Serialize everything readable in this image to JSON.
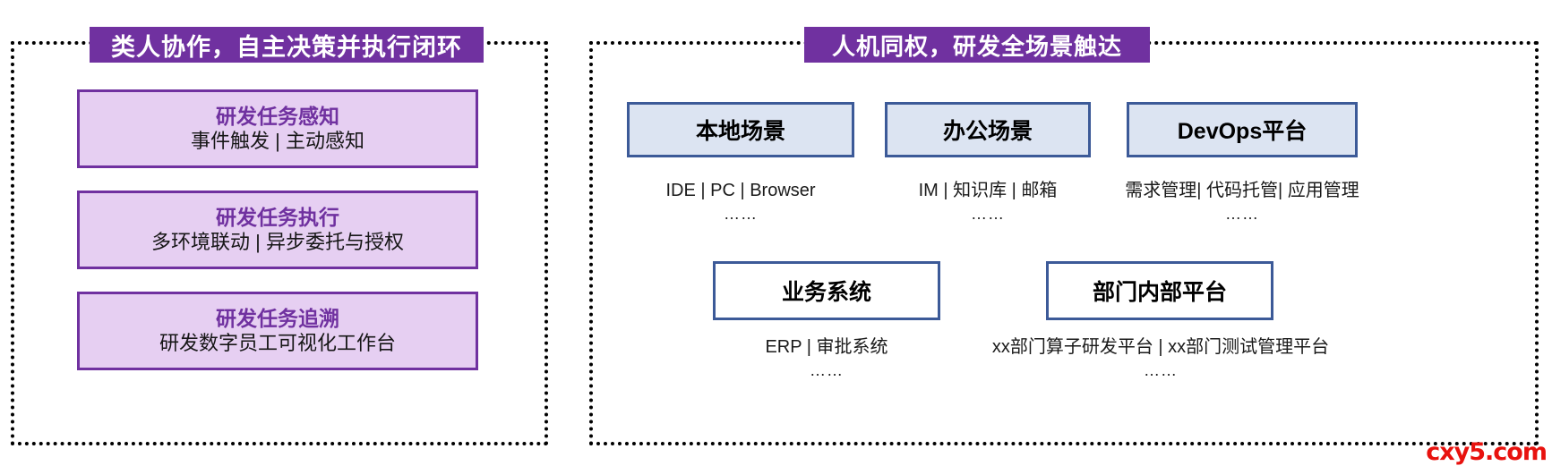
{
  "left_panel": {
    "title": "类人协作，自主决策并执行闭环",
    "cards": [
      {
        "title": "研发任务感知",
        "subtitle": "事件触发 | 主动感知"
      },
      {
        "title": "研发任务执行",
        "subtitle": "多环境联动 | 异步委托与授权"
      },
      {
        "title": "研发任务追溯",
        "subtitle": "研发数字员工可视化工作台"
      }
    ]
  },
  "right_panel": {
    "title": "人机同权，研发全场景触达",
    "top_row": [
      {
        "box": "本地场景",
        "caption": "IDE | PC | Browser",
        "more": "……"
      },
      {
        "box": "办公场景",
        "caption": "IM | 知识库 | 邮箱",
        "more": "……"
      },
      {
        "box": "DevOps平台",
        "caption": "需求管理| 代码托管| 应用管理",
        "more": "……"
      }
    ],
    "bottom_row": [
      {
        "box": "业务系统",
        "caption": "ERP | 审批系统",
        "more": "……"
      },
      {
        "box": "部门内部平台",
        "caption": "xx部门算子研发平台 | xx部门测试管理平台",
        "more": "……"
      }
    ]
  },
  "watermark": {
    "text": "cxy5.com"
  },
  "colors": {
    "accent_purple": "#7031A0",
    "card_fill": "#E6CFF2",
    "box_border_blue": "#3C5A98",
    "box_fill_blue": "#DCE4F2",
    "watermark_red": "#E8120E"
  }
}
